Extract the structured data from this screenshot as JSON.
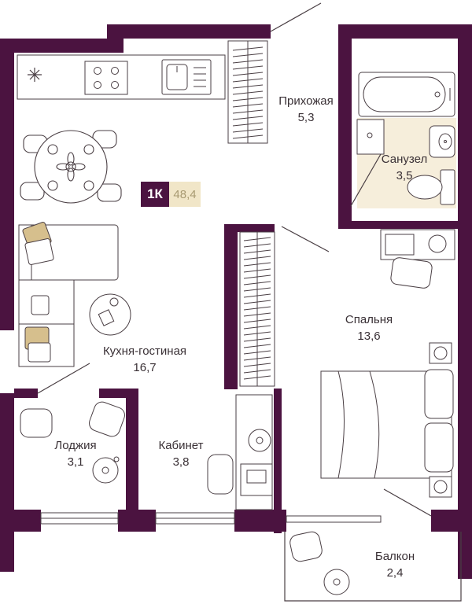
{
  "plan": {
    "apartment_type": "1К",
    "total_area": "48,4",
    "rooms": [
      {
        "name": "Прихожая",
        "area": "5,3"
      },
      {
        "name": "Санузел",
        "area": "3,5"
      },
      {
        "name": "Кухня-гостиная",
        "area": "16,7"
      },
      {
        "name": "Спальня",
        "area": "13,6"
      },
      {
        "name": "Лоджия",
        "area": "3,1"
      },
      {
        "name": "Кабинет",
        "area": "3,8"
      },
      {
        "name": "Балкон",
        "area": "2,4"
      }
    ],
    "colors": {
      "wall": "#4b1340",
      "line": "#4a3f44",
      "tile": "#f6eedb",
      "pillow": "#d6bf8d",
      "badge_bg": "#4b1340",
      "badge_area_bg": "#f1e6c8"
    }
  }
}
